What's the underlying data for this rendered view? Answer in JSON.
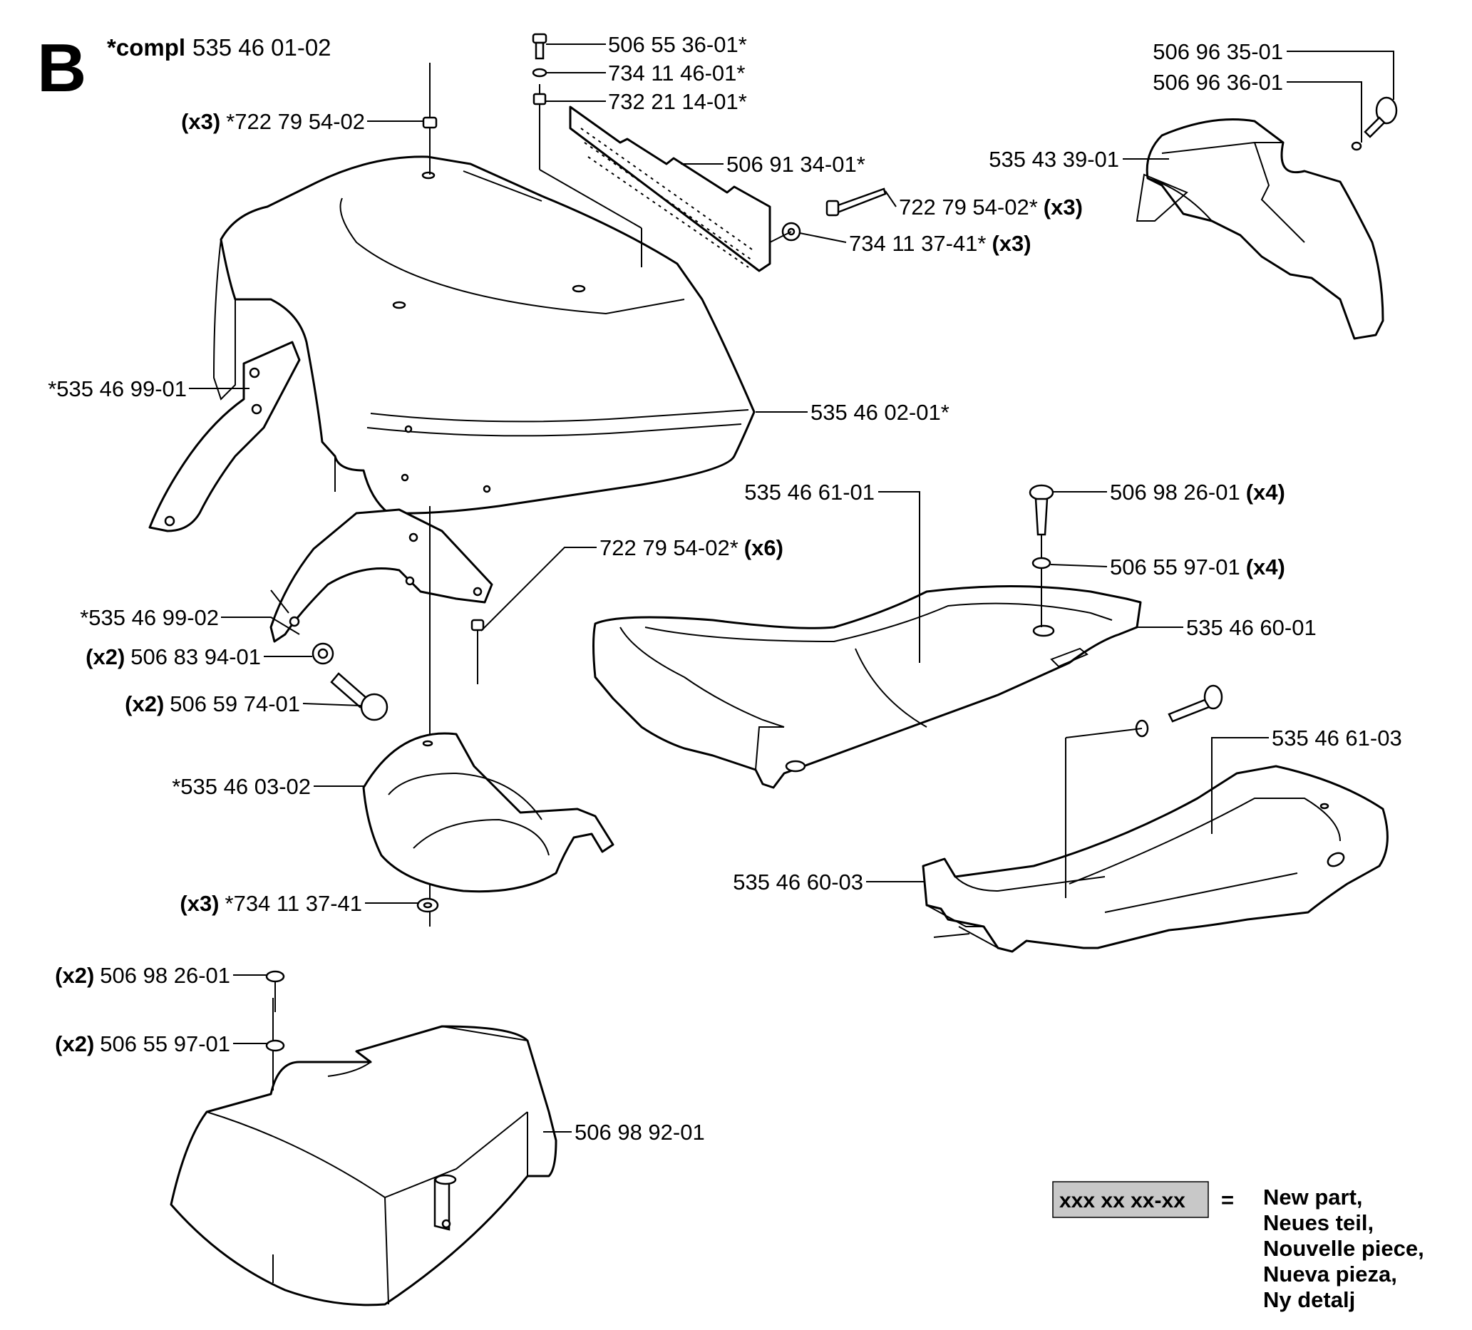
{
  "section": {
    "letter": "B",
    "compl_prefix": "*compl",
    "compl_number": "535 46 01-02"
  },
  "labels": [
    {
      "id": "top-screw",
      "qty": "",
      "number": "506 55 36-01*",
      "qty_after": ""
    },
    {
      "id": "top-washer",
      "qty": "",
      "number": "734 11 46-01*",
      "qty_after": ""
    },
    {
      "id": "top-nut",
      "qty": "",
      "number": "732 21 14-01*",
      "qty_after": ""
    },
    {
      "id": "grille",
      "qty": "",
      "number": "506 91 34-01*",
      "qty_after": ""
    },
    {
      "id": "grille-rivet",
      "qty": "",
      "number": "722 79 54-02*",
      "qty_after": "(x3)"
    },
    {
      "id": "grille-washer",
      "qty": "",
      "number": "734 11 37-41*",
      "qty_after": "(x3)"
    },
    {
      "id": "hood-rivet",
      "qty": "(x3)",
      "number": "*722 79 54-02",
      "qty_after": ""
    },
    {
      "id": "guard-screw-a",
      "qty": "",
      "number": "506 96 35-01",
      "qty_after": ""
    },
    {
      "id": "guard-screw-b",
      "qty": "",
      "number": "506 96 36-01",
      "qty_after": ""
    },
    {
      "id": "side-guard",
      "qty": "",
      "number": "535 43 39-01",
      "qty_after": ""
    },
    {
      "id": "bracket-left",
      "qty": "",
      "number": "*535 46 99-01",
      "qty_after": ""
    },
    {
      "id": "hood",
      "qty": "",
      "number": "535 46 02-01*",
      "qty_after": ""
    },
    {
      "id": "seat-pan",
      "qty": "",
      "number": "535 46 61-01",
      "qty_after": ""
    },
    {
      "id": "seat-screw",
      "qty": "",
      "number": "506 98 26-01",
      "qty_after": "(x4)"
    },
    {
      "id": "seat-washer",
      "qty": "",
      "number": "506 55 97-01",
      "qty_after": "(x4)"
    },
    {
      "id": "seat-frame",
      "qty": "",
      "number": "535 46 60-01",
      "qty_after": ""
    },
    {
      "id": "bracket-rivet",
      "qty": "",
      "number": "722 79 54-02*",
      "qty_after": "(x6)"
    },
    {
      "id": "bracket-right",
      "qty": "",
      "number": "*535 46 99-02",
      "qty_after": ""
    },
    {
      "id": "bracket-washer",
      "qty": "(x2)",
      "number": "506 83 94-01",
      "qty_after": ""
    },
    {
      "id": "bracket-bolt",
      "qty": "(x2)",
      "number": "506 59 74-01",
      "qty_after": ""
    },
    {
      "id": "lower-pan-2",
      "qty": "",
      "number": "535 46 61-03",
      "qty_after": ""
    },
    {
      "id": "tray",
      "qty": "",
      "number": "*535 46 03-02",
      "qty_after": ""
    },
    {
      "id": "lower-frame-2",
      "qty": "",
      "number": "535 46 60-03",
      "qty_after": ""
    },
    {
      "id": "tray-washer",
      "qty": "(x3)",
      "number": "*734 11 37-41",
      "qty_after": ""
    },
    {
      "id": "cover-screw",
      "qty": "(x2)",
      "number": "506 98 26-01",
      "qty_after": ""
    },
    {
      "id": "cover-washer",
      "qty": "(x2)",
      "number": "506 55 97-01",
      "qty_after": ""
    },
    {
      "id": "battery-cover",
      "qty": "",
      "number": "506 98 92-01",
      "qty_after": ""
    }
  ],
  "legend": {
    "code": "xxx xx xx-xx",
    "equals": "=",
    "lines": [
      "New part,",
      "Neues teil,",
      "Nouvelle piece,",
      "Nueva pieza,",
      "Ny detalj"
    ],
    "highlight_color": "#c8c8c8"
  }
}
